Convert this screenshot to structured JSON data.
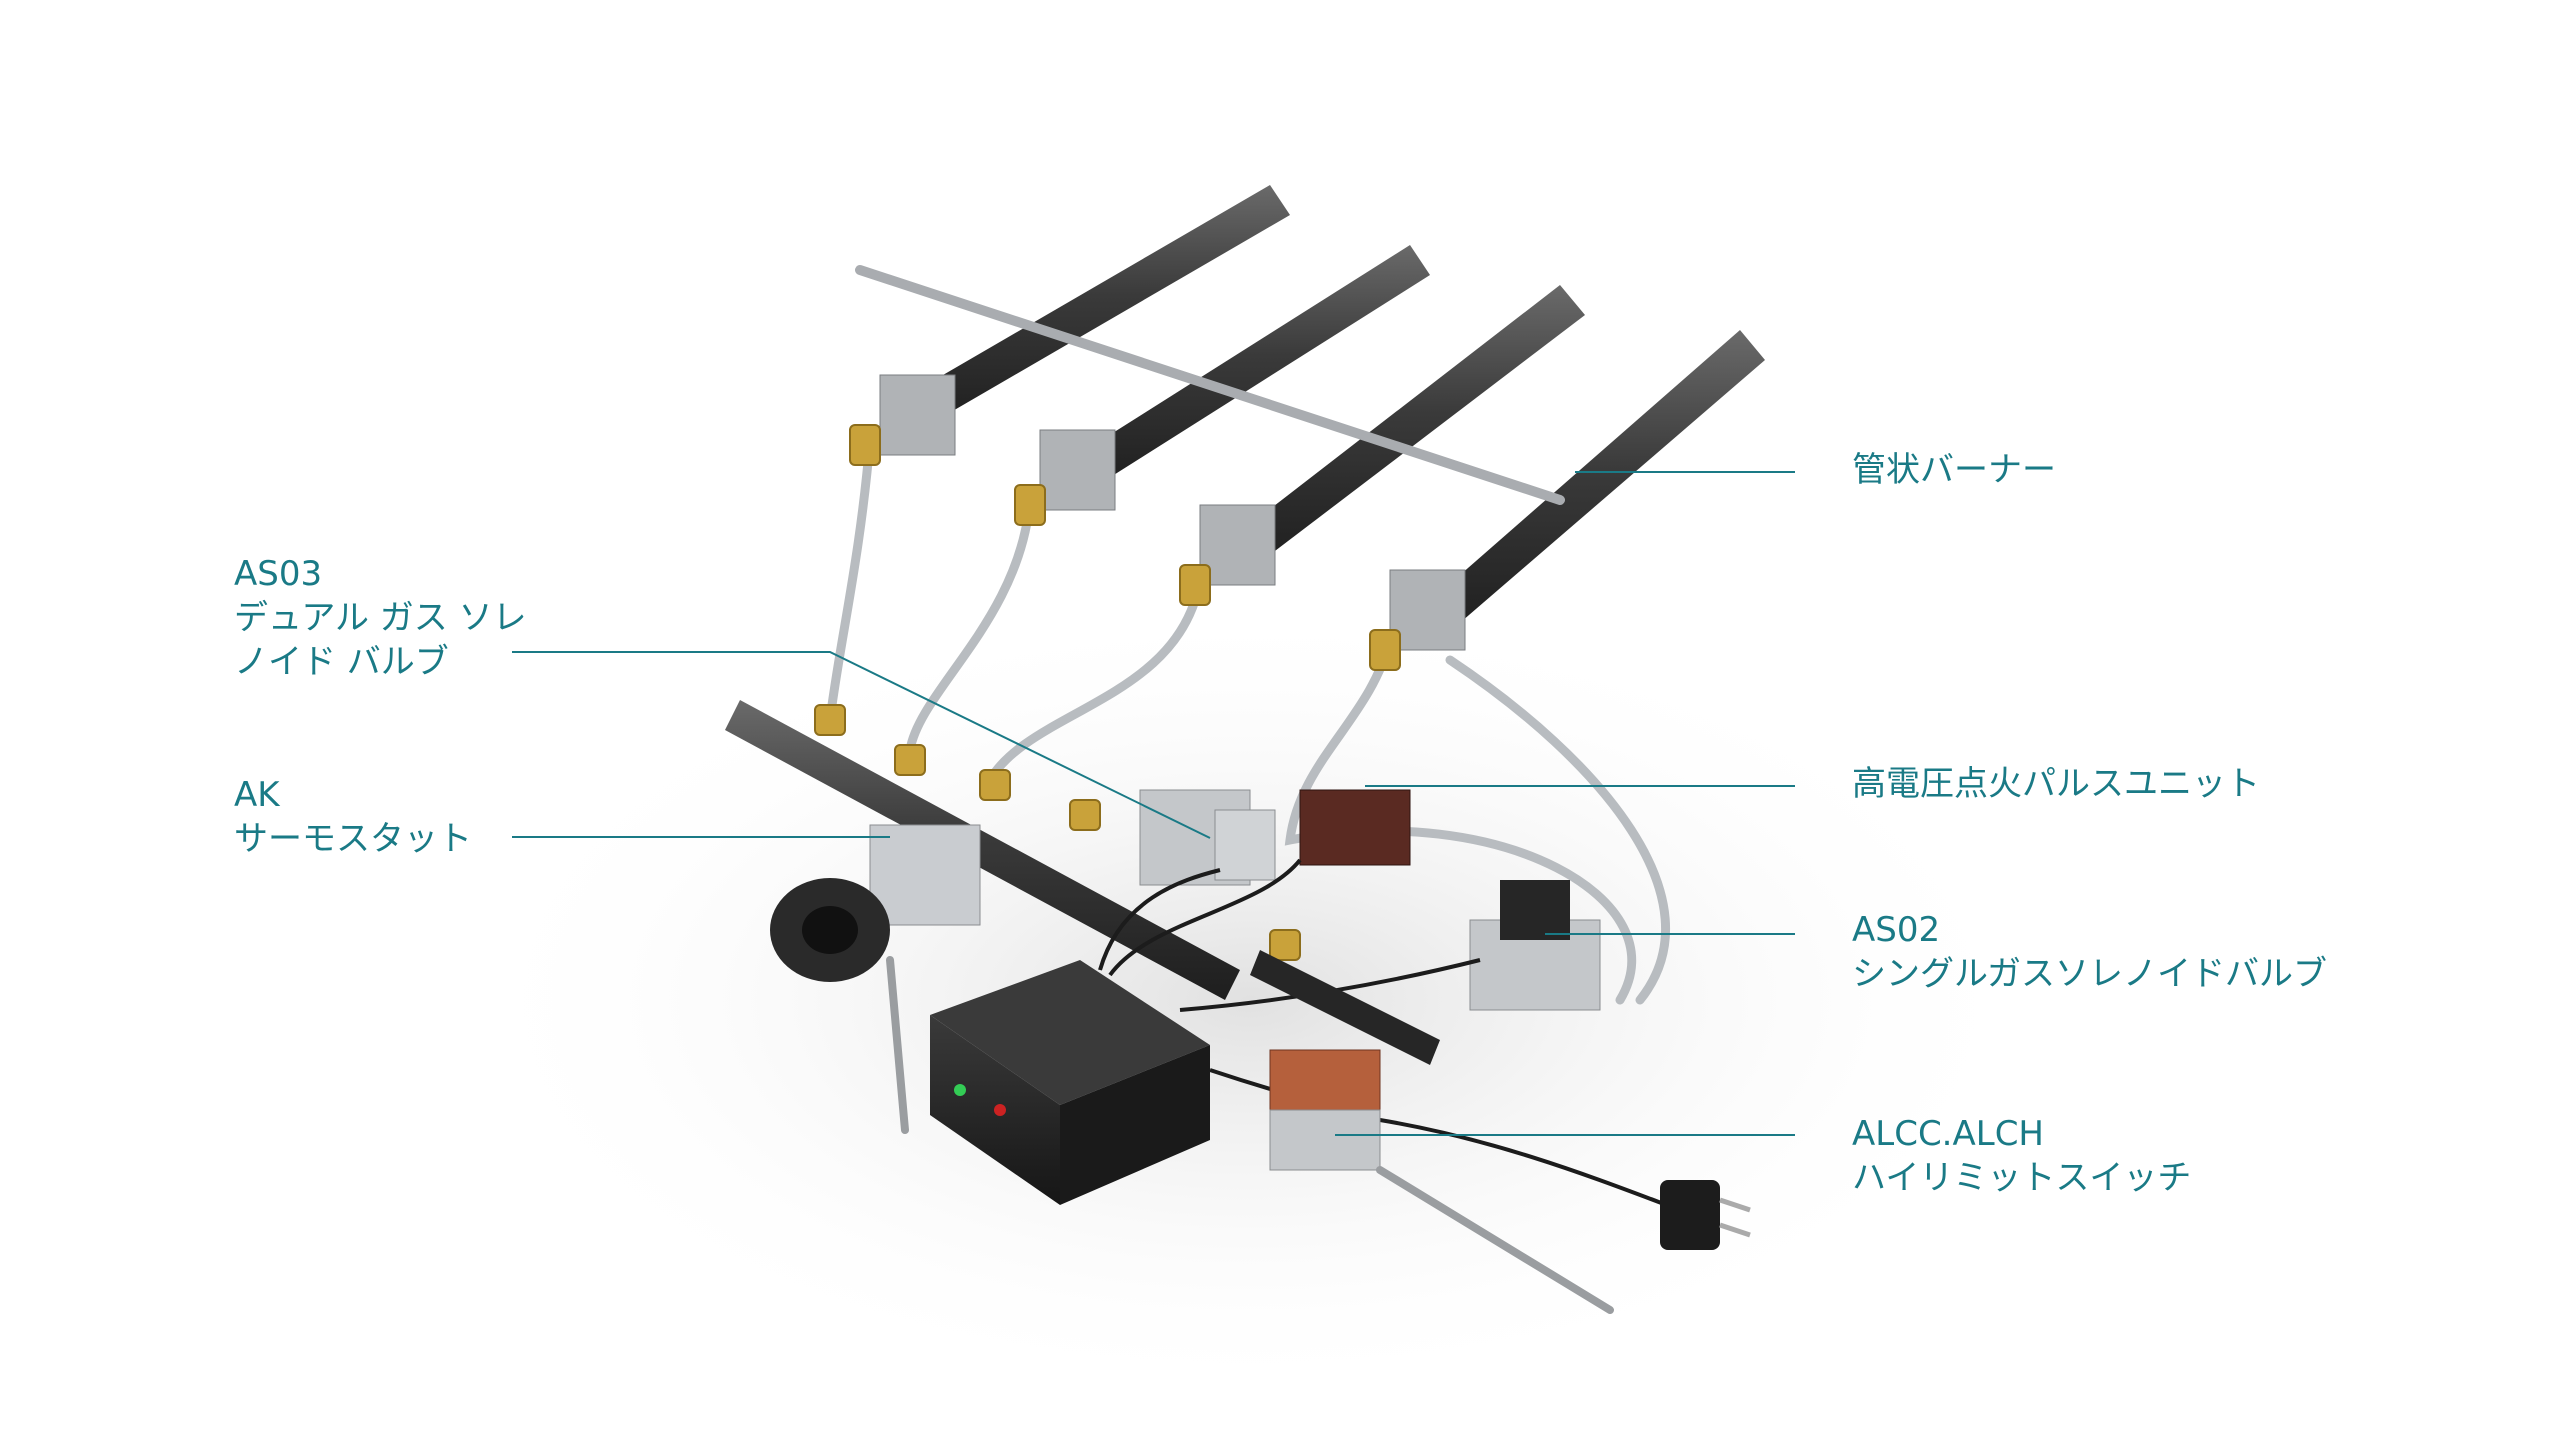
{
  "colors": {
    "accent": "#1a7a86",
    "burner": "#3b3b3b",
    "brass": "#c9a23a",
    "steel": "#b8bcc0",
    "controller": "#2a2a2a",
    "switch_body": "#b5603c"
  },
  "labels": {
    "tube_burner": "管状バーナー",
    "as03_code": "AS03",
    "as03_line1": "デュアル ガス ソレ",
    "as03_line2": "ノイド バルブ",
    "ak_code": "AK",
    "ak_name": "サーモスタット",
    "ignition": "高電圧点火パルスユニット",
    "as02_code": "AS02",
    "as02_name": "シングルガスソレノイドバルブ",
    "alcc_code": "ALCC.ALCH",
    "alcc_name": "ハイリミットスイッチ"
  }
}
